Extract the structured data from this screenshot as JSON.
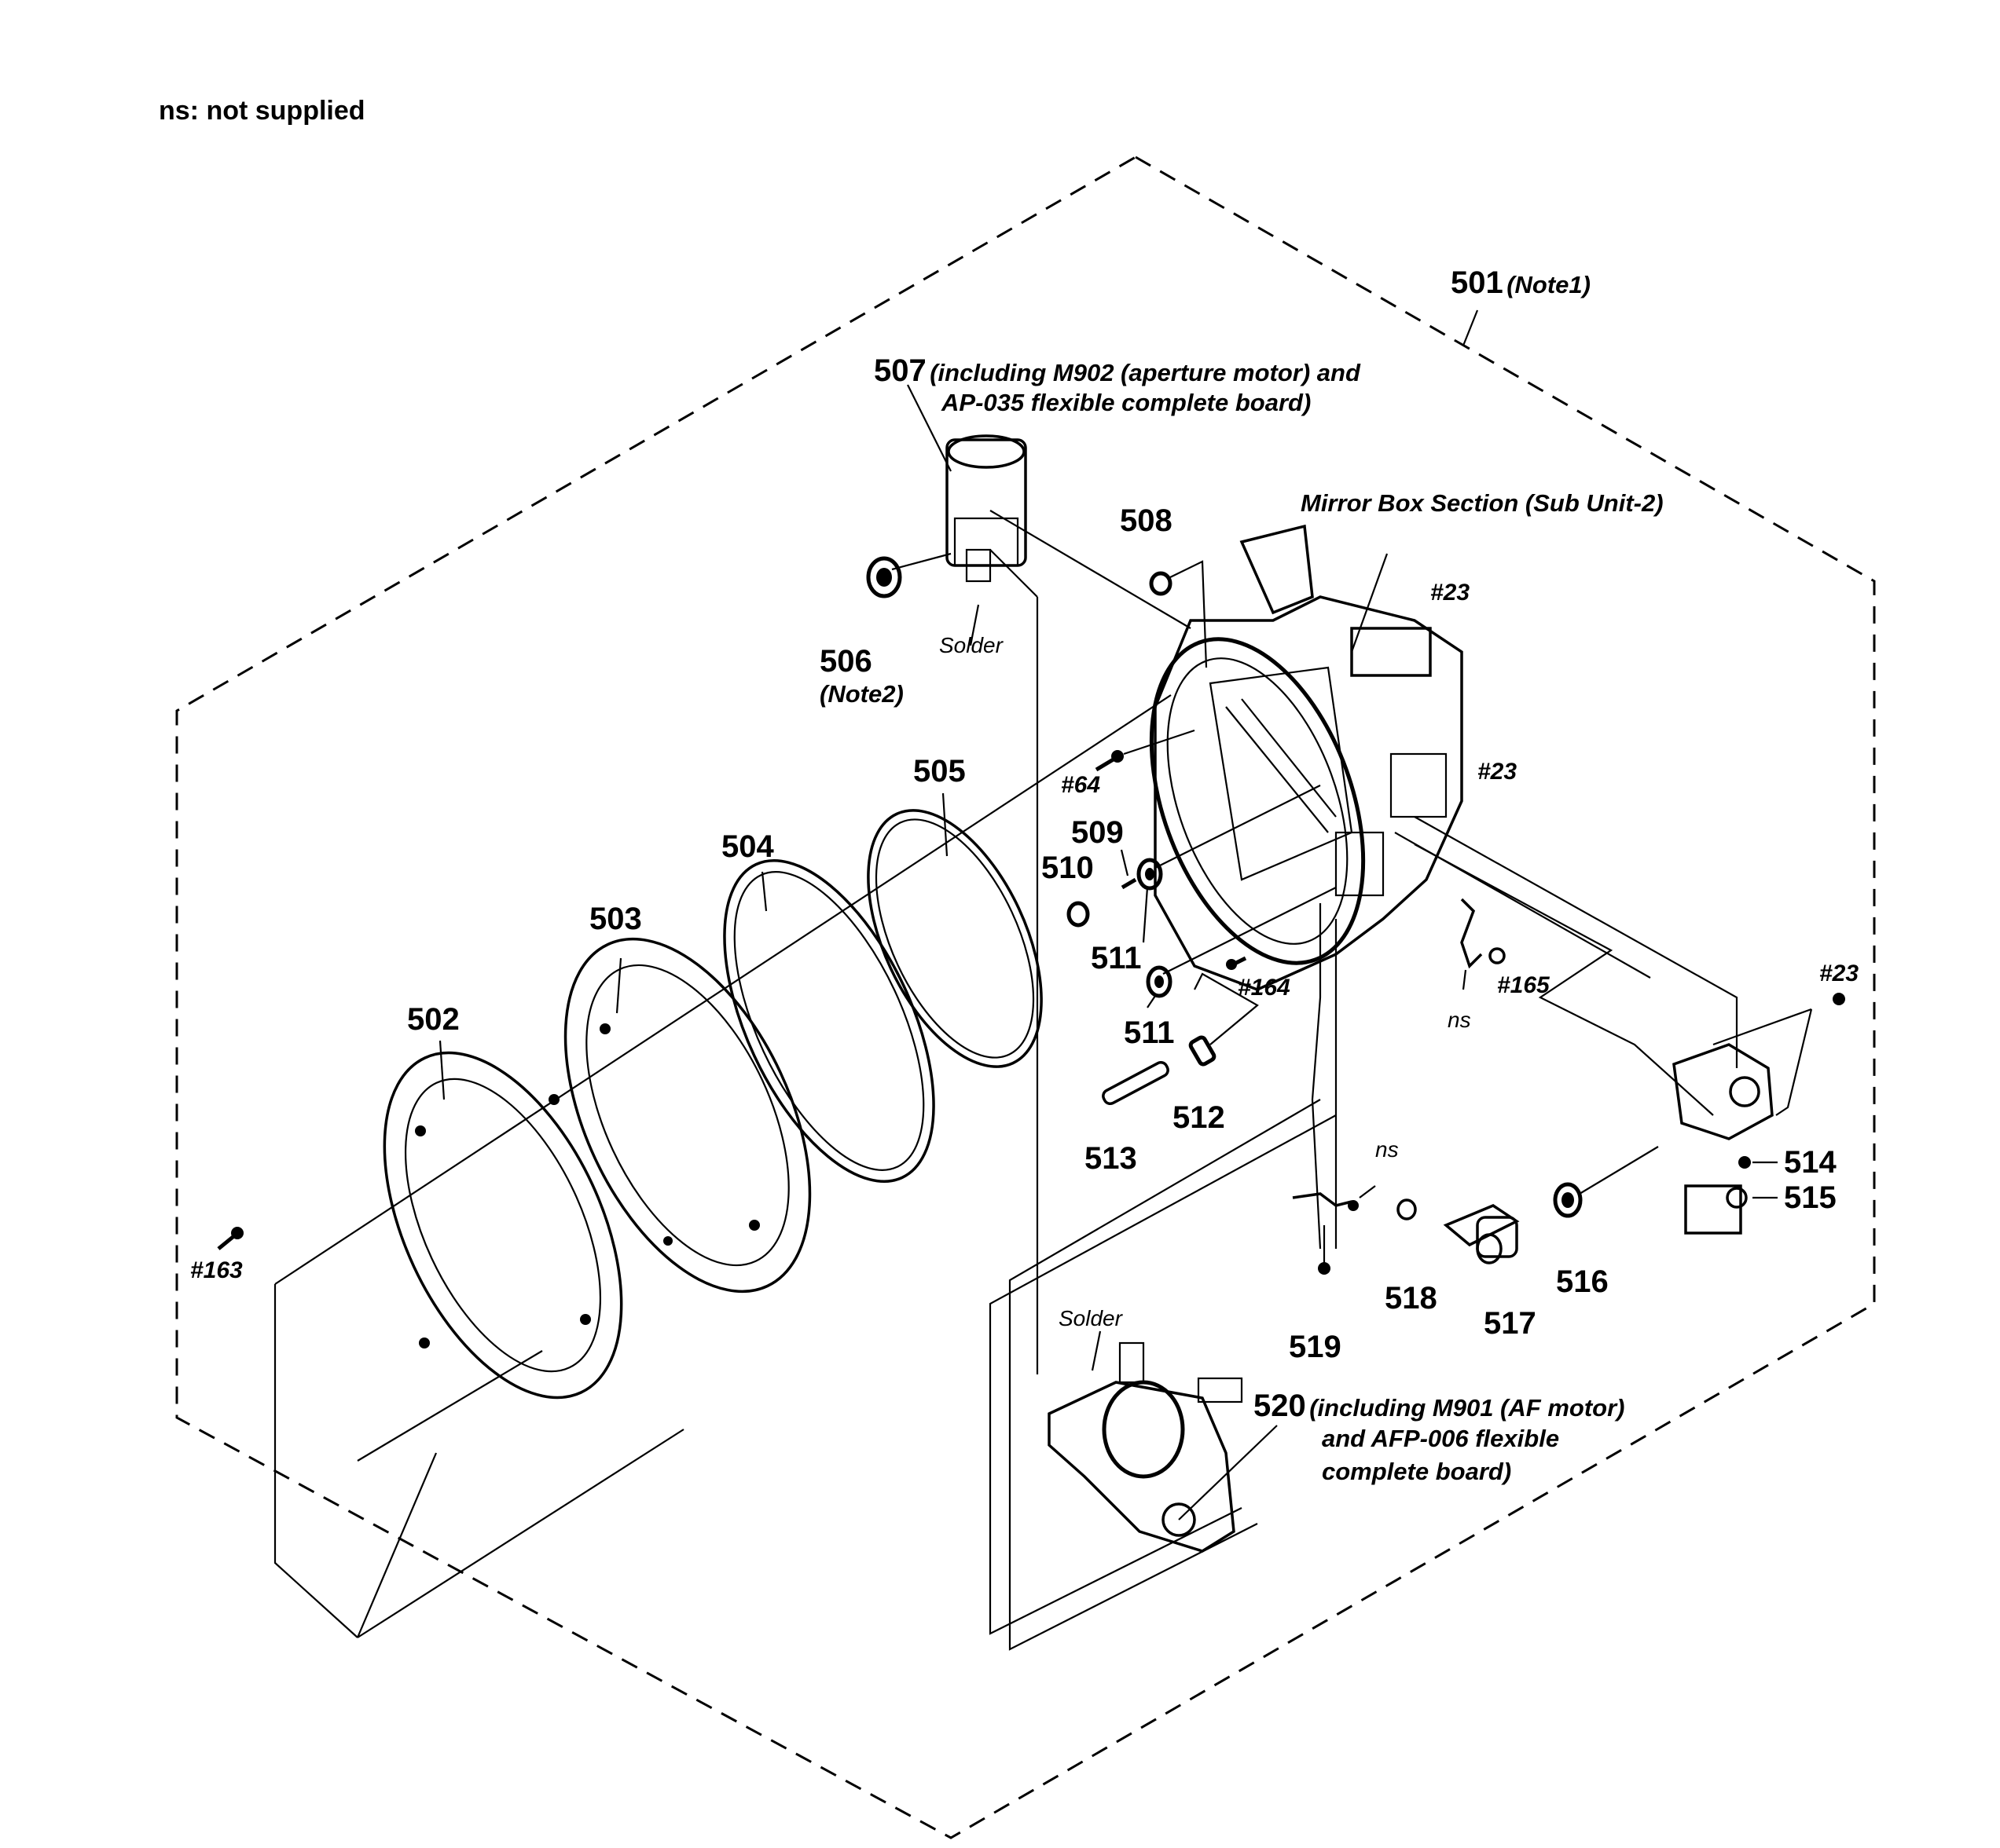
{
  "legend": "ns: not supplied",
  "assembly": {
    "main": {
      "number": "501",
      "note": "(Note1)"
    },
    "section_label": "Mirror Box Section (Sub Unit-2)"
  },
  "parts": {
    "p502": "502",
    "p503": "503",
    "p504": "504",
    "p505": "505",
    "p506": {
      "number": "506",
      "note": "(Note2)"
    },
    "p507": {
      "number": "507",
      "desc_line1": "(including M902 (aperture motor) and",
      "desc_line2": "AP-035 flexible complete board)"
    },
    "p508": "508",
    "p509": "509",
    "p510": "510",
    "p511a": "511",
    "p511b": "511",
    "p512": "512",
    "p513": "513",
    "p514": "514",
    "p515": "515",
    "p516": "516",
    "p517": "517",
    "p518": "518",
    "p519": "519",
    "p520": {
      "number": "520",
      "desc_line1": "(including M901 (AF motor)",
      "desc_line2": "and AFP-006 flexible",
      "desc_line3": "complete board)"
    }
  },
  "screws": {
    "s163": "#163",
    "s64": "#64",
    "s23a": "#23",
    "s23b": "#23",
    "s23c": "#23",
    "s164": "#164",
    "s165": "#165"
  },
  "annotations": {
    "solder_top": "Solder",
    "solder_bottom": "Solder",
    "ns_upper": "ns",
    "ns_lower": "ns"
  }
}
